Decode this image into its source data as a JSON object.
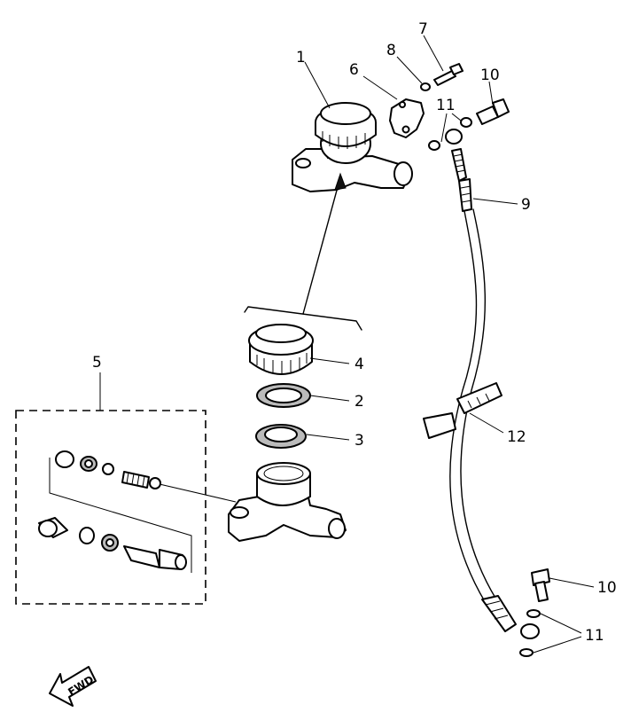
{
  "callouts": {
    "c1": "1",
    "c2": "2",
    "c3": "3",
    "c4": "4",
    "c5": "5",
    "c6": "6",
    "c7": "7",
    "c8": "8",
    "c9": "9",
    "c10a": "10",
    "c10b": "10",
    "c11a": "11",
    "c11b": "11",
    "c12": "12"
  },
  "direction_marker": "FWD",
  "ink_color": "#000000",
  "paper_color": "#ffffff"
}
